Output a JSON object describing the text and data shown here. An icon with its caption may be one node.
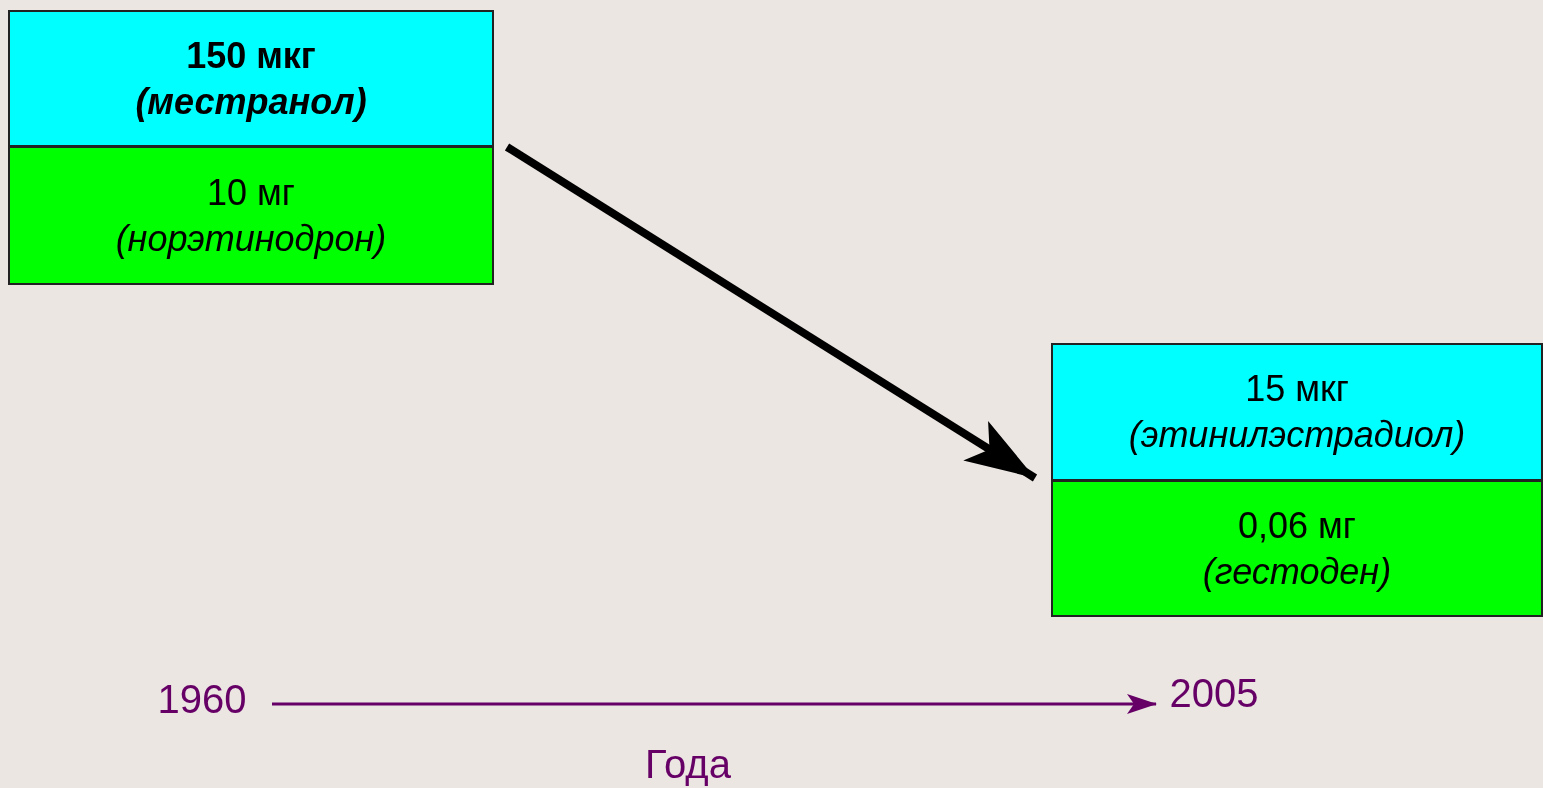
{
  "diagram": {
    "nodes": [
      {
        "text": [
          "150 мкг",
          "(местранол)"
        ]
      },
      {
        "text": [
          "10 мг",
          "(норэтинодрон)"
        ]
      },
      {
        "text": [
          "15 мкг",
          "(этинилэстрадиол)"
        ]
      },
      {
        "text": [
          "0,06 мг",
          "(гестоден)"
        ]
      },
      {
        "text": [
          "1960"
        ]
      },
      {
        "text": [
          "2005"
        ]
      }
    ],
    "edges": [
      {
        "from": 0,
        "to": 2,
        "arrow": "to",
        "style": "thick"
      },
      {
        "from": 4,
        "to": 5,
        "arrow": "to",
        "color": "#660066"
      }
    ],
    "labels": [
      "Года"
    ]
  }
}
